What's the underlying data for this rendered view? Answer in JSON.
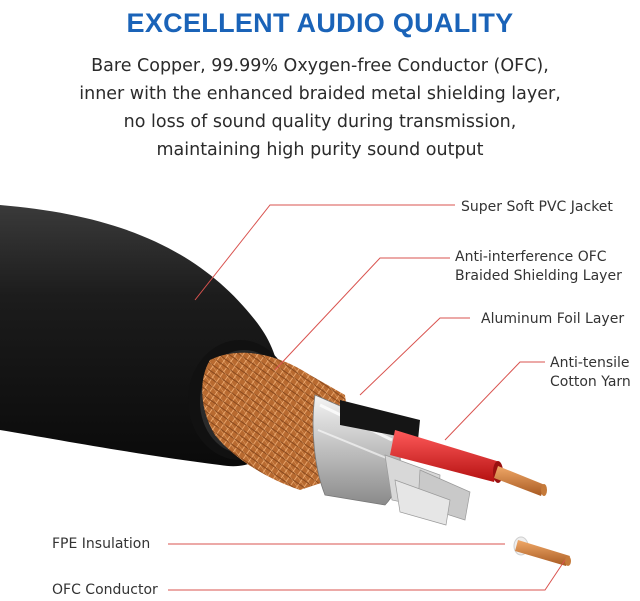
{
  "header": {
    "title": "EXCELLENT AUDIO QUALITY",
    "description_lines": [
      "Bare Copper, 99.99% Oxygen-free Conductor (OFC),",
      "inner with the enhanced braided metal shielding layer,",
      "no loss of sound quality during transmission,",
      "maintaining high purity sound output"
    ]
  },
  "labels": {
    "pvc_jacket": "Super Soft PVC Jacket",
    "shielding_line1": "Anti-interference OFC",
    "shielding_line2": "Braided Shielding Layer",
    "foil": "Aluminum Foil Layer",
    "yarn_line1": "Anti-tensile",
    "yarn_line2": "Cotton Yarn",
    "fpe": "FPE Insulation",
    "conductor": "OFC Conductor"
  },
  "colors": {
    "title": "#1a63b8",
    "leader_line": "#d9534f",
    "jacket": "#1e1e1e",
    "copper": "#c87a3c",
    "red_wire": "#e32222"
  }
}
